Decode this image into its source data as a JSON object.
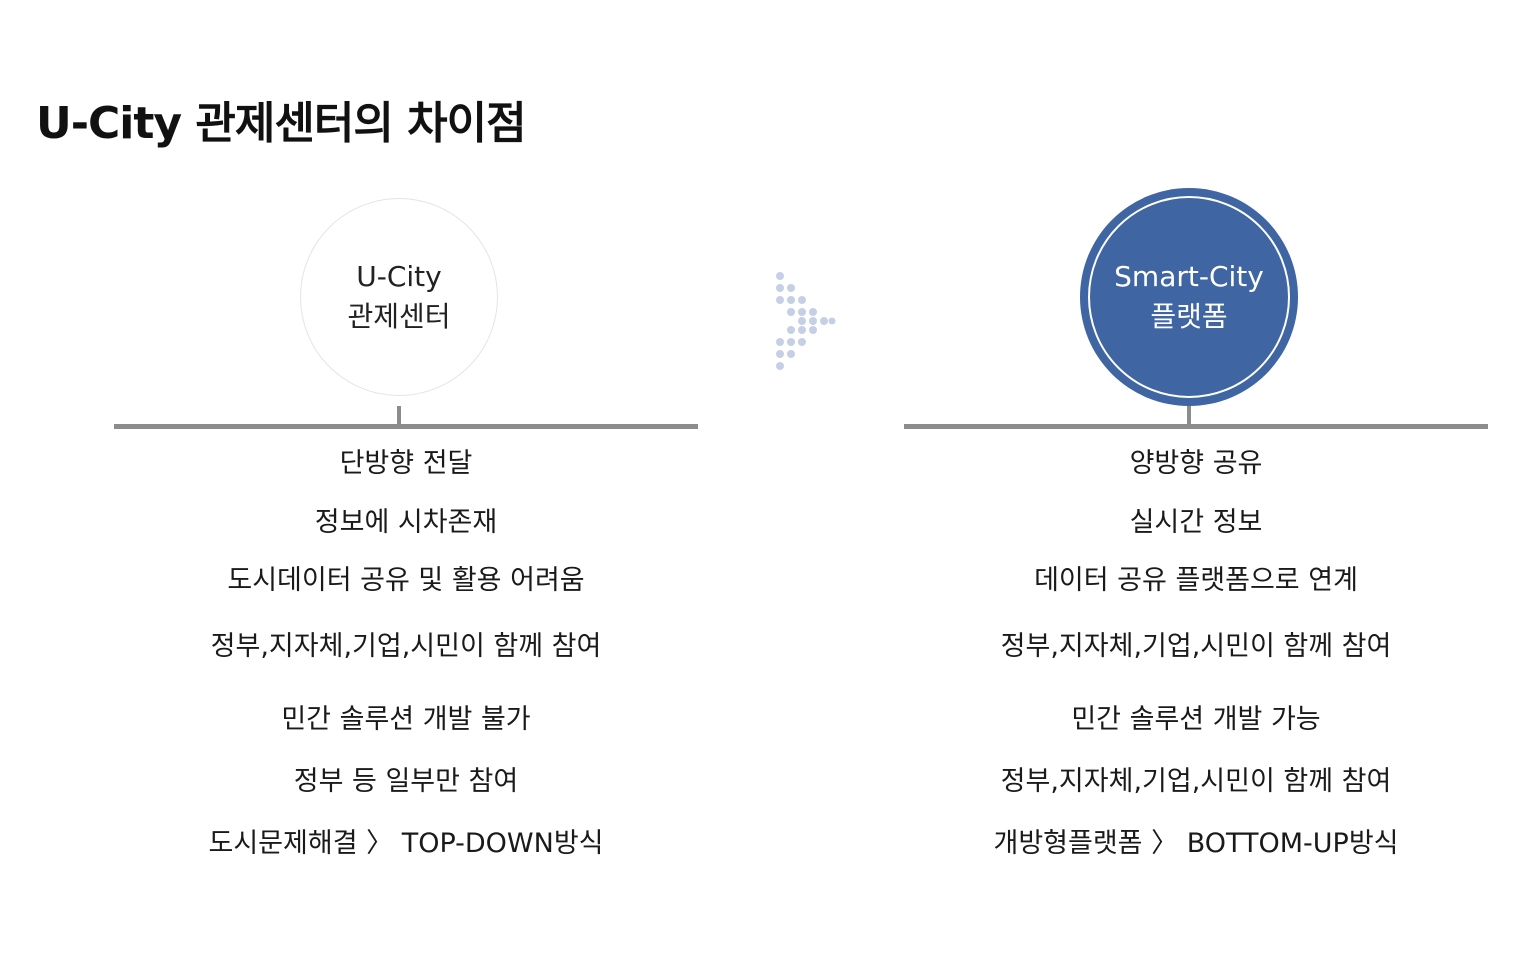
{
  "title": "U-City 관제센터의 차이점",
  "left": {
    "circle_line1": "U-City",
    "circle_line2": "관제센터",
    "items": [
      "단방향 전달",
      "정보에 시차존재",
      "도시데이터 공유 및 활용 어려움",
      "정부,지자체,기업,시민이 함께 참여",
      "민간 솔루션 개발 불가",
      "정부 등 일부만 참여",
      "도시문제해결 〉 TOP-DOWN방식"
    ]
  },
  "right": {
    "circle_line1": "Smart-City",
    "circle_line2": "플랫폼",
    "items": [
      "양방향 공유",
      "실시간 정보",
      "데이터 공유 플랫폼으로 연계",
      "정부,지자체,기업,시민이 함께 참여",
      "민간 솔루션 개발 가능",
      "정부,지자체,기업,시민이 함께 참여",
      "개방형플랫폼 〉 BOTTOM-UP방식"
    ]
  },
  "colors": {
    "accent": "#3f65a2",
    "connector": "#8c8c8c",
    "arrow_dots": "#c5d0e6"
  },
  "icons": {
    "transition": "dotted-chevron-right-arrow"
  }
}
